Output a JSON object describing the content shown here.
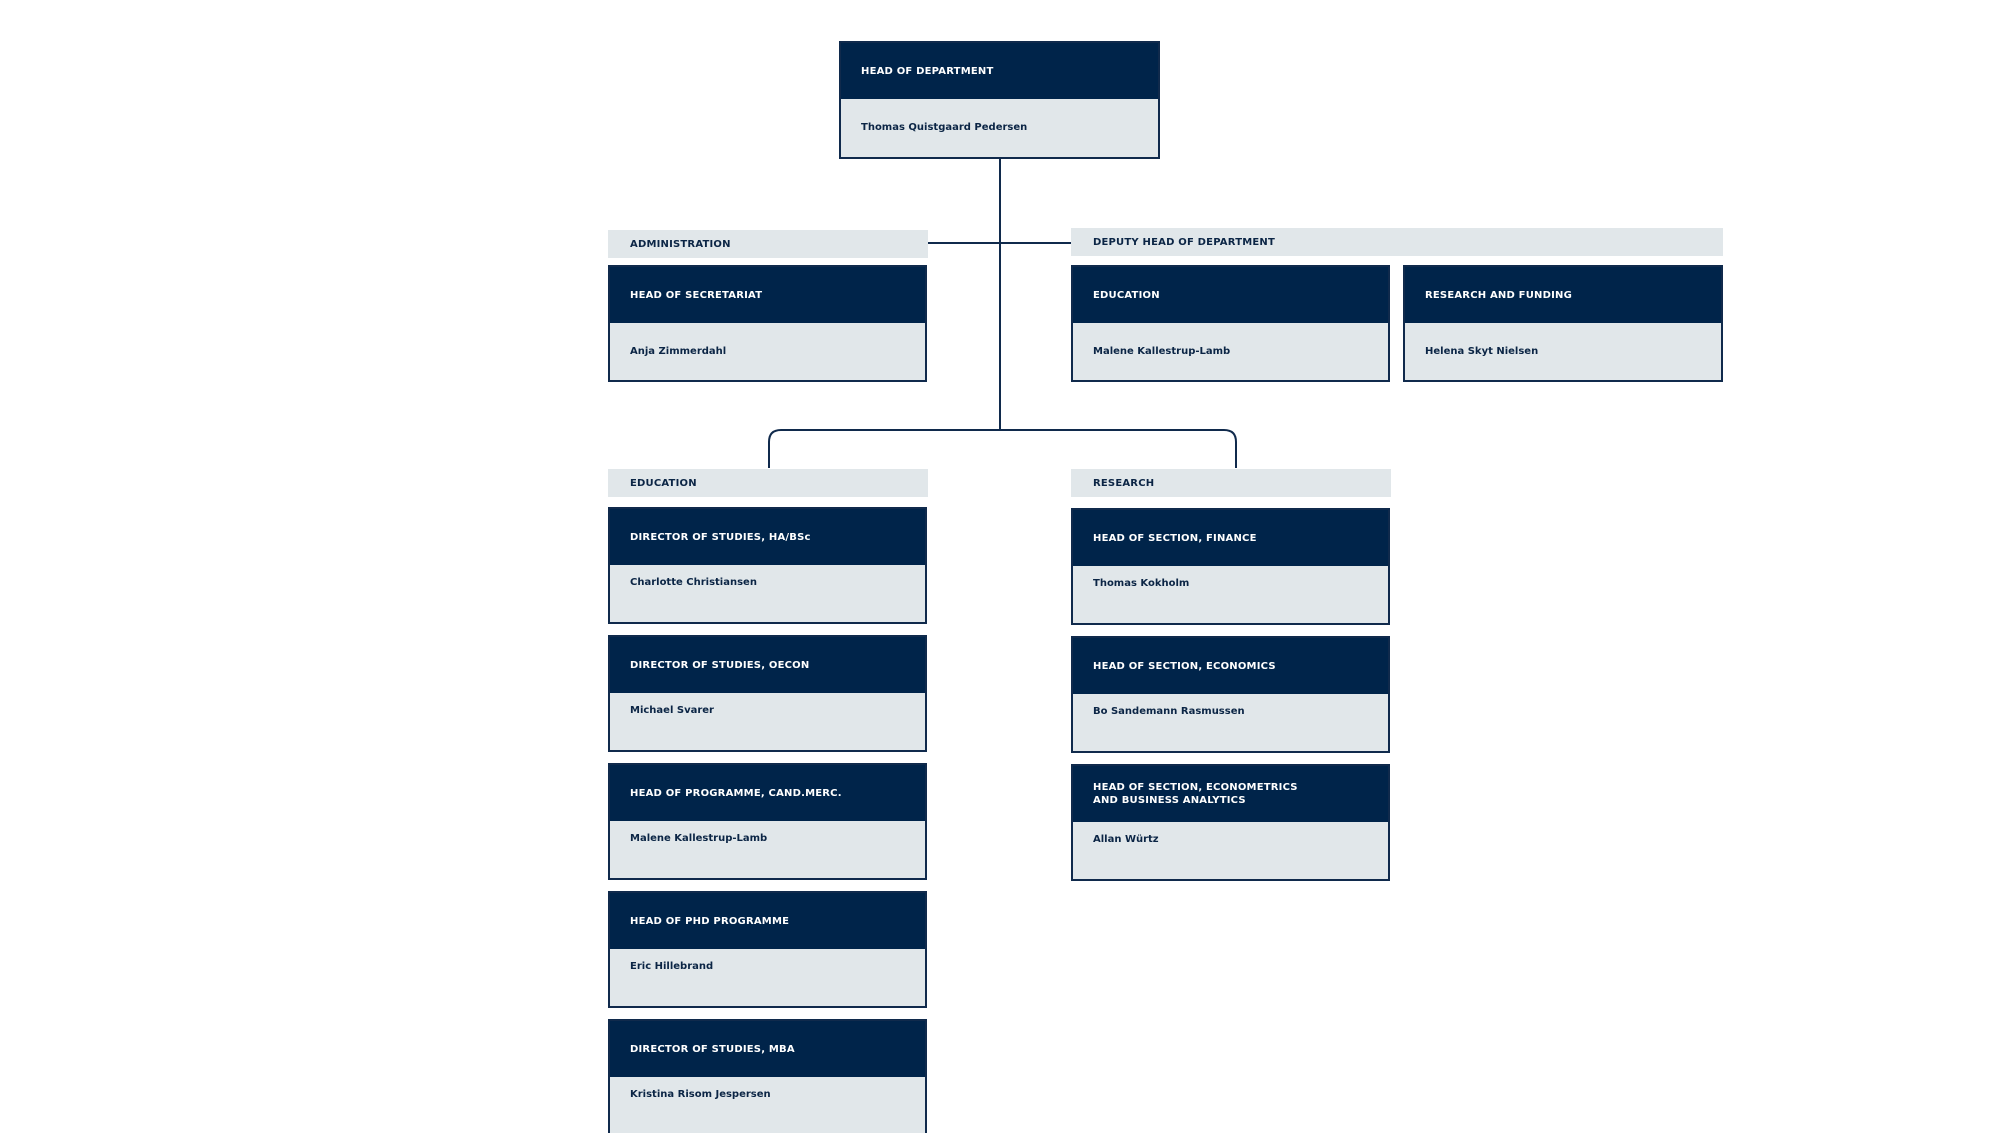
{
  "colors": {
    "primary": "#00244a",
    "light": "#e1e7ea",
    "line": "#102a4c"
  },
  "head": {
    "title": "HEAD OF DEPARTMENT",
    "name": "Thomas Quistgaard Pedersen"
  },
  "administration": {
    "label": "ADMINISTRATION",
    "cards": [
      {
        "title": "HEAD OF SECRETARIAT",
        "name": "Anja Zimmerdahl"
      }
    ]
  },
  "deputy": {
    "label": "DEPUTY HEAD OF DEPARTMENT",
    "cards": [
      {
        "title": "EDUCATION",
        "name": "Malene Kallestrup-Lamb"
      },
      {
        "title": "RESEARCH AND FUNDING",
        "name": "Helena Skyt Nielsen"
      }
    ]
  },
  "education": {
    "label": "EDUCATION",
    "cards": [
      {
        "title": "DIRECTOR OF STUDIES, HA/BSc",
        "name": "Charlotte Christiansen"
      },
      {
        "title": "DIRECTOR OF STUDIES, OECON",
        "name": "Michael Svarer"
      },
      {
        "title": "HEAD OF PROGRAMME, CAND.MERC.",
        "name": "Malene Kallestrup-Lamb"
      },
      {
        "title": "HEAD OF PHD PROGRAMME",
        "name": "Eric Hillebrand"
      },
      {
        "title": "DIRECTOR OF STUDIES, MBA",
        "name": "Kristina Risom Jespersen"
      }
    ]
  },
  "research": {
    "label": "RESEARCH",
    "cards": [
      {
        "title": "HEAD OF SECTION, FINANCE",
        "name": "Thomas Kokholm"
      },
      {
        "title": "HEAD OF SECTION, ECONOMICS",
        "name": "Bo Sandemann Rasmussen"
      },
      {
        "title": "HEAD OF SECTION, ECONOMETRICS\nAND BUSINESS ANALYTICS",
        "name": "Allan Würtz"
      }
    ]
  }
}
